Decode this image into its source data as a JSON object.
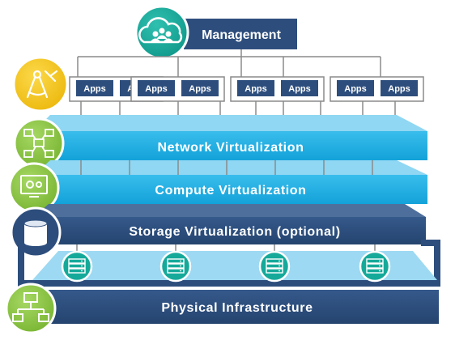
{
  "management": {
    "label": "Management",
    "icon": "cloud-people-icon"
  },
  "apps": {
    "label": "Apps",
    "groups": [
      {
        "items": [
          "Apps",
          "Apps"
        ]
      },
      {
        "items": [
          "Apps",
          "Apps"
        ]
      },
      {
        "items": [
          "Apps",
          "Apps"
        ]
      },
      {
        "items": [
          "Apps",
          "Apps"
        ]
      }
    ],
    "icon": "compass-tools-icon"
  },
  "layers": {
    "network": {
      "label": "Network Virtualization",
      "icon": "network-nodes-icon"
    },
    "compute": {
      "label": "Compute Virtualization",
      "icon": "monitor-gears-icon"
    },
    "storage": {
      "label": "Storage Virtualization (optional)",
      "icon": "database-icon"
    },
    "physical": {
      "label": "Physical Infrastructure",
      "icon": "server-network-icon"
    }
  },
  "servers": {
    "count": 4,
    "icon": "server-rack-icon"
  },
  "colors": {
    "navy": "#2d4e7d",
    "navy_dark": "#1f3a60",
    "cyan": "#22b1e6",
    "cyan_light": "#8fd7f3",
    "teal": "#15a99a",
    "green": "#8ac53f",
    "yellow": "#f5c518"
  }
}
